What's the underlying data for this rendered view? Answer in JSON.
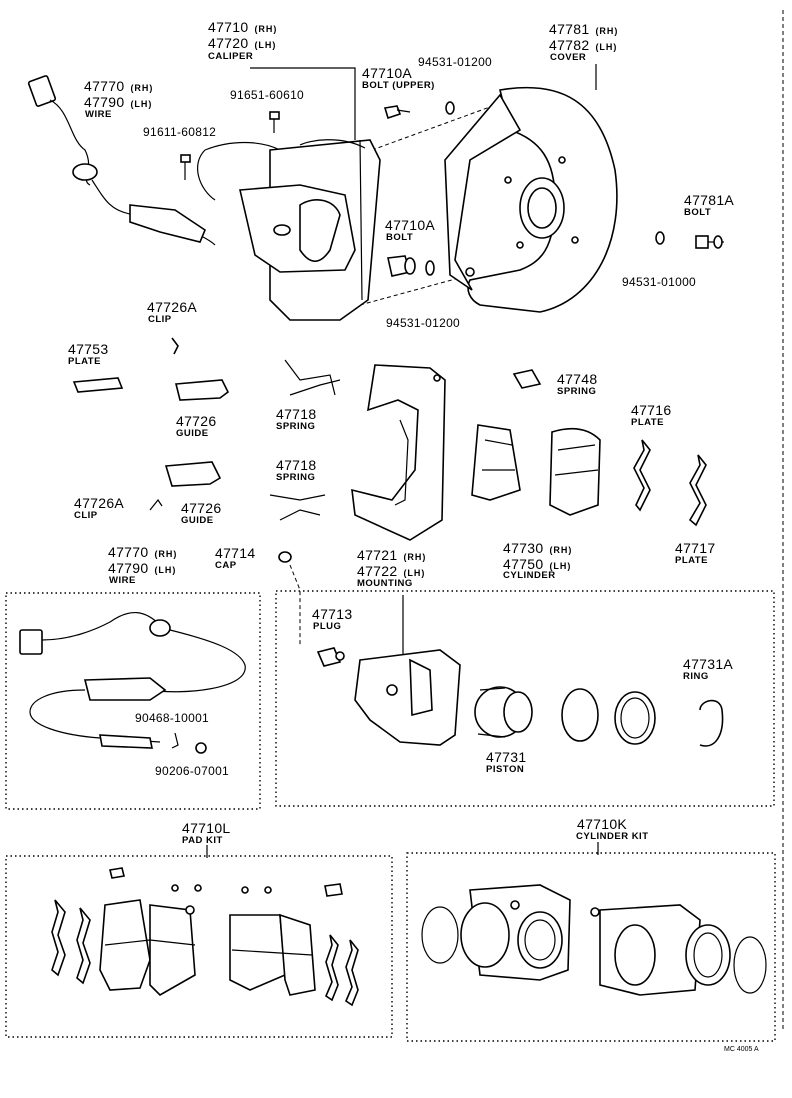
{
  "parts": {
    "caliper": {
      "num1": "47710",
      "q1": "(RH)",
      "num2": "47720",
      "q2": "(LH)",
      "name": "CALIPER"
    },
    "cover": {
      "num1": "47781",
      "q1": "(RH)",
      "num2": "47782",
      "q2": "(LH)",
      "name": "COVER"
    },
    "wire_top": {
      "num1": "47770",
      "q1": "(RH)",
      "num2": "47790",
      "q2": "(LH)",
      "name": "WIRE"
    },
    "bolt_upper": {
      "num": "47710A",
      "name": "BOLT (UPPER)"
    },
    "washer_top": {
      "num": "94531-01200"
    },
    "screw_a": {
      "num": "91651-60610"
    },
    "screw_b": {
      "num": "91611-60812"
    },
    "bolt_cover": {
      "num": "47781A",
      "name": "BOLT"
    },
    "bolt_lower": {
      "num": "47710A",
      "name": "BOLT"
    },
    "washer_cover": {
      "num": "94531-01000"
    },
    "washer_lower": {
      "num": "94531-01200"
    },
    "clip_top": {
      "num": "47726A",
      "name": "CLIP"
    },
    "plate_47753": {
      "num": "47753",
      "name": "PLATE"
    },
    "guide_top": {
      "num": "47726",
      "name": "GUIDE"
    },
    "spring_top": {
      "num": "47718",
      "name": "SPRING"
    },
    "spring_47748": {
      "num": "47748",
      "name": "SPRING"
    },
    "plate_47716": {
      "num": "47716",
      "name": "PLATE"
    },
    "spring_bottom": {
      "num": "47718",
      "name": "SPRING"
    },
    "clip_bottom": {
      "num": "47726A",
      "name": "CLIP"
    },
    "guide_bottom": {
      "num": "47726",
      "name": "GUIDE"
    },
    "mounting": {
      "num1": "47721",
      "q1": "(RH)",
      "num2": "47722",
      "q2": "(LH)",
      "name": "MOUNTING"
    },
    "cylinder": {
      "num1": "47730",
      "q1": "(RH)",
      "num2": "47750",
      "q2": "(LH)",
      "name": "CYLINDER"
    },
    "plate_47717": {
      "num": "47717",
      "name": "PLATE"
    },
    "wire_box": {
      "num1": "47770",
      "q1": "(RH)",
      "num2": "47790",
      "q2": "(LH)",
      "name": "WIRE"
    },
    "cap": {
      "num": "47714",
      "name": "CAP"
    },
    "plug": {
      "num": "47713",
      "name": "PLUG"
    },
    "ring": {
      "num": "47731A",
      "name": "RING"
    },
    "piston": {
      "num": "47731",
      "name": "PISTON"
    },
    "clamp": {
      "num": "90468-10001"
    },
    "grommet": {
      "num": "90206-07001"
    },
    "pad_kit": {
      "num": "47710L",
      "name": "PAD KIT"
    },
    "cylinder_kit": {
      "num": "47710K",
      "name": "CYLINDER KIT"
    }
  },
  "footer": {
    "code": "MC 4005 A"
  }
}
